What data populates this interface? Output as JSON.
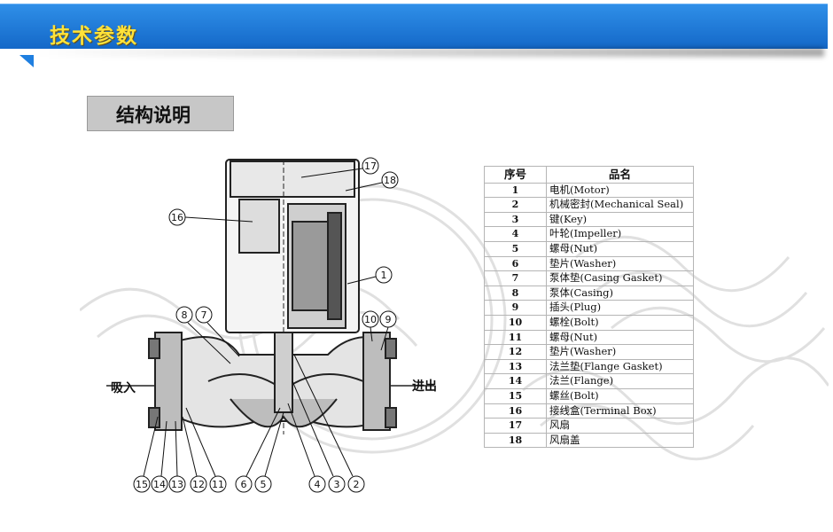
{
  "header": {
    "title": "技术参数"
  },
  "section": {
    "title": "结构说明"
  },
  "diagram": {
    "inlet_label": "吸入",
    "outlet_label": "进出",
    "callouts": [
      "1",
      "2",
      "3",
      "4",
      "5",
      "6",
      "7",
      "8",
      "9",
      "10",
      "11",
      "12",
      "13",
      "14",
      "15",
      "16",
      "17",
      "18"
    ]
  },
  "parts_table": {
    "headers": [
      "序号",
      "品名"
    ],
    "rows": [
      {
        "no": "1",
        "name": "电机(Motor)"
      },
      {
        "no": "2",
        "name": "机械密封(Mechanical Seal)"
      },
      {
        "no": "3",
        "name": "键(Key)"
      },
      {
        "no": "4",
        "name": "叶轮(Impeller)"
      },
      {
        "no": "5",
        "name": "螺母(Nut)"
      },
      {
        "no": "6",
        "name": "垫片(Washer)"
      },
      {
        "no": "7",
        "name": "泵体垫(Casing Gasket)"
      },
      {
        "no": "8",
        "name": "泵体(Casing)"
      },
      {
        "no": "9",
        "name": "插头(Plug)"
      },
      {
        "no": "10",
        "name": "螺栓(Bolt)"
      },
      {
        "no": "11",
        "name": "螺母(Nut)"
      },
      {
        "no": "12",
        "name": "垫片(Washer)"
      },
      {
        "no": "13",
        "name": "法兰垫(Flange Gasket)"
      },
      {
        "no": "14",
        "name": "法兰(Flange)"
      },
      {
        "no": "15",
        "name": "螺丝(Bolt)"
      },
      {
        "no": "16",
        "name": "接线盒(Terminal Box)"
      },
      {
        "no": "17",
        "name": "风扇"
      },
      {
        "no": "18",
        "name": "风扇盖"
      }
    ]
  }
}
